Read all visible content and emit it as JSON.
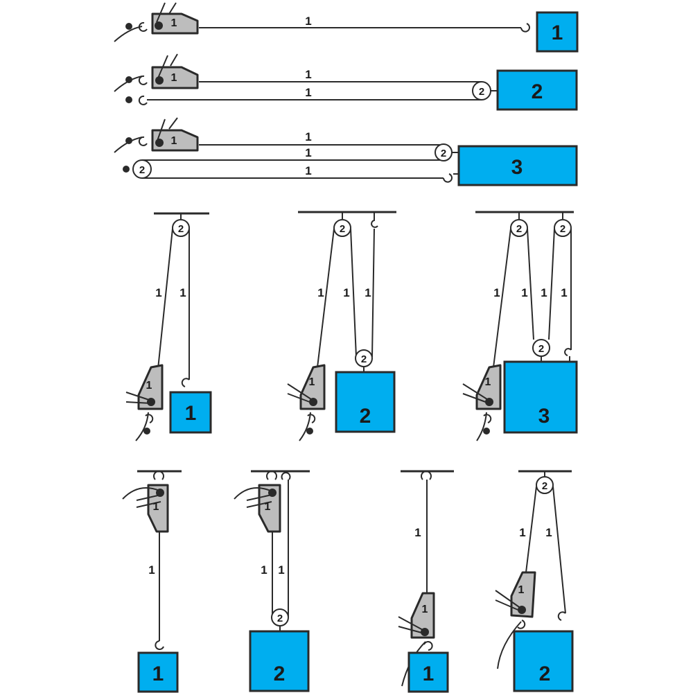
{
  "labels": {
    "rope": "1",
    "device": "1",
    "pulley": "2",
    "load_1": "1",
    "load_2": "2",
    "load_3": "3"
  },
  "colors": {
    "load": "#00aeef",
    "device": "#bdbdbd",
    "line": "#2a2a2a"
  }
}
